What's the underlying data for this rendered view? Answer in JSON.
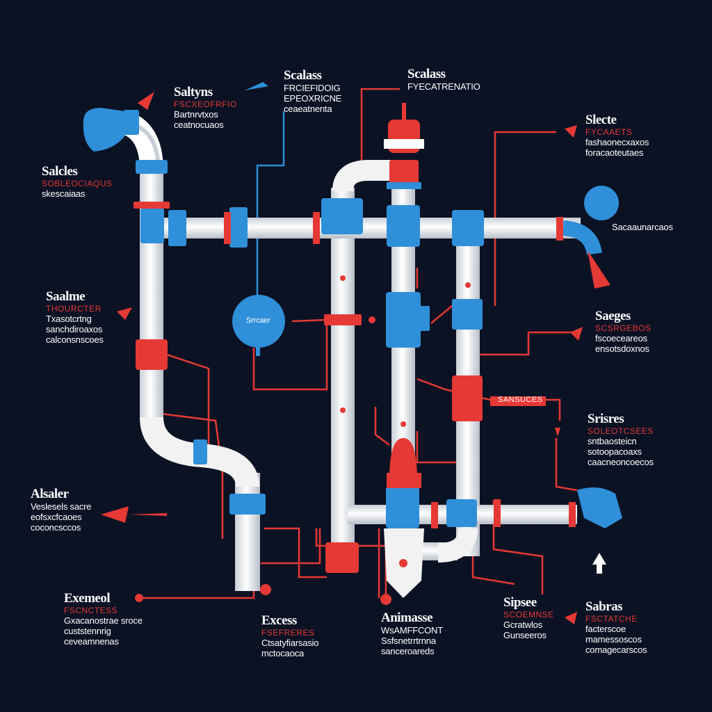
{
  "colors": {
    "background": "#0b1224",
    "pipe": "#f2f2f2",
    "pipe_shade": "#c9ced6",
    "blue": "#2f8fd8",
    "red": "#e53935",
    "leader_red": "#e53935",
    "leader_blue": "#2f8fd8"
  },
  "labels": [
    {
      "id": "top-left",
      "title": "Saltyns",
      "lines": [
        "FSCXEOFRFIO",
        "Bartnrvtxos",
        "ceatnocuaos"
      ]
    },
    {
      "id": "top-center",
      "title": "Scalass",
      "lines": [
        "FRCIEFIDOIG",
        "EPEOXRICNE",
        "ceaeatnenta"
      ]
    },
    {
      "id": "top-center-right",
      "title": "Scalass",
      "lines": [
        "FYECATRENATIO"
      ]
    },
    {
      "id": "left-upper",
      "title": "Salcles",
      "lines": [
        "SOBLEOCIAQUS",
        "skescaiaas"
      ]
    },
    {
      "id": "right-upper",
      "title": "Slecte",
      "lines": [
        "FYCAAETS",
        "fashaonecxaxos",
        "foracaoteutaes"
      ]
    },
    {
      "id": "right-blue-tap",
      "title": "",
      "lines": [
        "Sacaaunarcaos"
      ]
    },
    {
      "id": "left-middle",
      "title": "Saalme",
      "lines": [
        "THOURCTER",
        "Txasotcrtng",
        "sanchdiroaxos",
        "calconsnscoes"
      ]
    },
    {
      "id": "center-gauge",
      "title": "",
      "lines": [
        "Srrcaer"
      ]
    },
    {
      "id": "right-middle",
      "title": "Saeges",
      "lines": [
        "SCSRGEBOS",
        "fscoeceareos",
        "ensotsdoxnos"
      ]
    },
    {
      "id": "center-red-flag",
      "title": "",
      "lines": [
        "SANSUCES"
      ]
    },
    {
      "id": "right-lower",
      "title": "Srisres",
      "lines": [
        "SOLEOTCSEES",
        "sntbaosteicn",
        "sotoopacoaxs",
        "caacneoncoecos"
      ]
    },
    {
      "id": "left-lower",
      "title": "Alsaler",
      "lines": [
        "Veslesels sacre",
        "eofsxcfcaoes",
        "coconcsccos"
      ]
    },
    {
      "id": "bottom-left",
      "title": "Exemeol",
      "lines": [
        "FSCNCTESS",
        "Gxacanostrae sroce",
        "custstennrig",
        "ceveamnenas"
      ]
    },
    {
      "id": "bottom-center-left",
      "title": "Excess",
      "lines": [
        "FSEFRERES",
        "Ctsatyfiarsasio",
        "mctocaoca"
      ]
    },
    {
      "id": "bottom-center",
      "title": "Animasse",
      "lines": [
        "WsAMFFCONT",
        "Ssfsnetrrtrnna",
        "sanceroareds"
      ]
    },
    {
      "id": "bottom-center-right",
      "title": "Sipsee",
      "lines": [
        "SCOEMNSE",
        "Gcratwlos",
        "Gunseeros"
      ]
    },
    {
      "id": "bottom-right",
      "title": "Sabras",
      "lines": [
        "FSCTATCHE",
        "facterscoe",
        "mamessoscos",
        "comagecarscos"
      ]
    }
  ]
}
